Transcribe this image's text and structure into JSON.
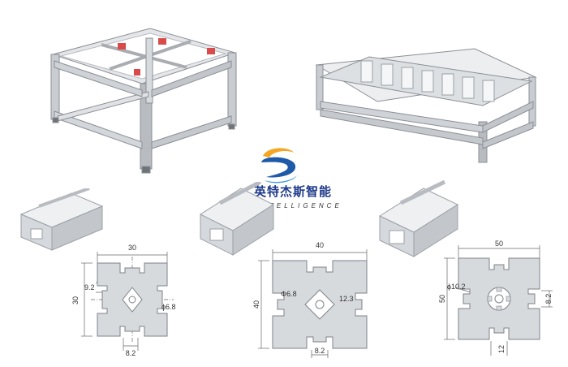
{
  "brand": {
    "name_cn": "英特杰斯智能",
    "name_en": "INTELLIGENCE",
    "colors": {
      "orange": "#f5a623",
      "blue": "#1e5aa8",
      "light_blue": "#3b9ad9"
    }
  },
  "profiles": [
    {
      "id": "p30",
      "width": "30",
      "height": "30",
      "slot": "8.2",
      "offset": "9.2",
      "bore": "ϕ6.8"
    },
    {
      "id": "p40",
      "width": "40",
      "height": "40",
      "slot": "8.2",
      "offset": "12.3",
      "bore": "Φ6.8"
    },
    {
      "id": "p50",
      "width": "50",
      "height": "50",
      "slot": "12",
      "offset": "8.2",
      "bore": "ϕ10.2"
    }
  ]
}
